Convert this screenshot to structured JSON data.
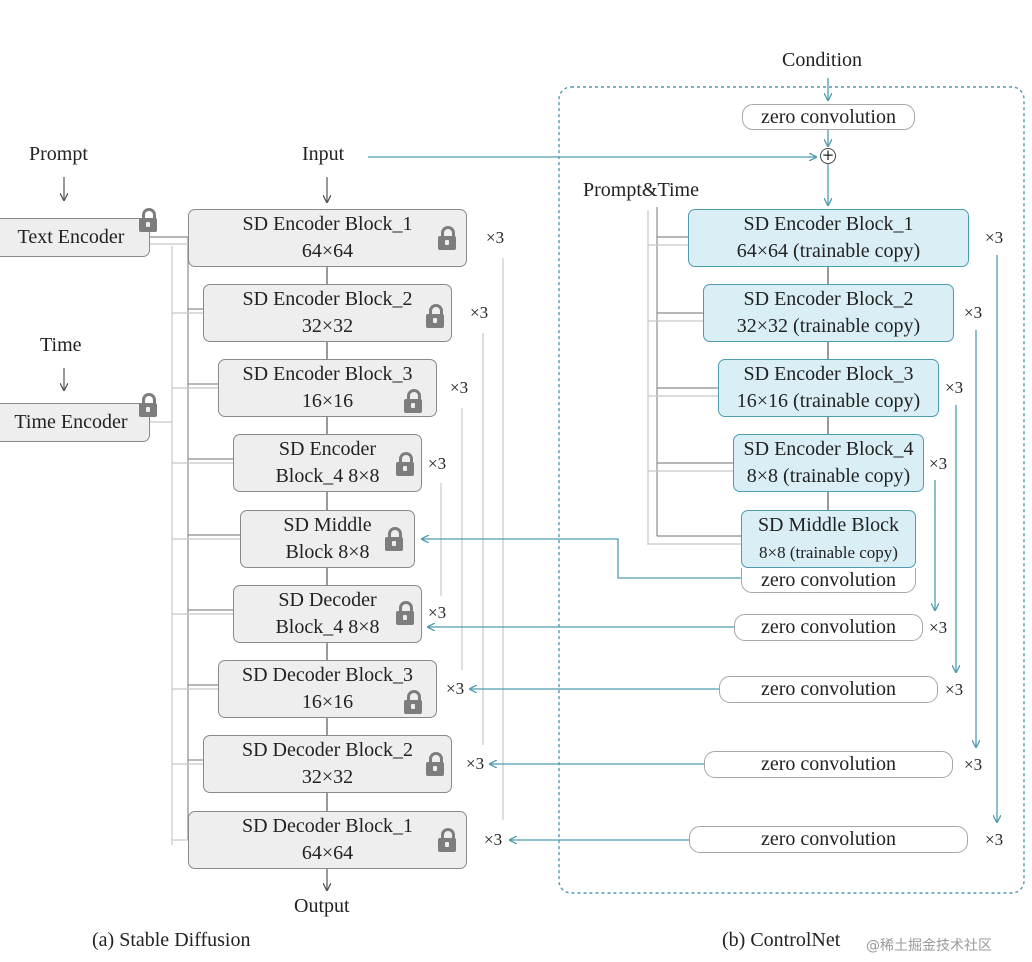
{
  "left": {
    "inputs": {
      "prompt": "Prompt",
      "time": "Time",
      "input": "Input",
      "output": "Output"
    },
    "encoders": {
      "text": "Text Encoder",
      "time": "Time Encoder"
    },
    "blocks": [
      {
        "line1": "SD Encoder Block_1",
        "line2": "64×64",
        "repeat": "×3"
      },
      {
        "line1": "SD Encoder Block_2",
        "line2": "32×32",
        "repeat": "×3"
      },
      {
        "line1": "SD Encoder Block_3",
        "line2": "16×16",
        "repeat": "×3"
      },
      {
        "line1": "SD Encoder",
        "line2": "Block_4 8×8",
        "repeat": "×3"
      },
      {
        "line1": "SD Middle",
        "line2": "Block 8×8",
        "repeat": ""
      },
      {
        "line1": "SD Decoder",
        "line2": "Block_4 8×8",
        "repeat": "×3"
      },
      {
        "line1": "SD Decoder Block_3",
        "line2": "16×16",
        "repeat": "×3"
      },
      {
        "line1": "SD Decoder Block_2",
        "line2": "32×32",
        "repeat": "×3"
      },
      {
        "line1": "SD Decoder Block_1",
        "line2": "64×64",
        "repeat": "×3"
      }
    ],
    "caption": "(a) Stable Diffusion"
  },
  "right": {
    "condition": "Condition",
    "prompt_time": "Prompt&Time",
    "zero_conv": "zero convolution",
    "copies": [
      {
        "line1": "SD Encoder Block_1",
        "line2": "64×64 (trainable copy)",
        "repeat": "×3"
      },
      {
        "line1": "SD Encoder Block_2",
        "line2": "32×32 (trainable copy)",
        "repeat": "×3"
      },
      {
        "line1": "SD Encoder Block_3",
        "line2": "16×16 (trainable copy)",
        "repeat": "×3"
      },
      {
        "line1": "SD Encoder Block_4",
        "line2": "8×8 (trainable copy)",
        "repeat": "×3"
      },
      {
        "line1": "SD Middle Block",
        "line2": "8×8 (trainable copy)",
        "repeat": ""
      }
    ],
    "zero_outputs": [
      {
        "label": "zero convolution",
        "repeat": "×3"
      },
      {
        "label": "zero convolution",
        "repeat": "×3"
      },
      {
        "label": "zero convolution",
        "repeat": "×3"
      },
      {
        "label": "zero convolution",
        "repeat": "×3"
      }
    ],
    "caption": "(b) ControlNet"
  },
  "watermark": "@稀土掘金技术社区",
  "colors": {
    "accent": "#4f9bb0",
    "block_fill": "#eeeeee",
    "copy_fill": "#d9eff5",
    "lock": "#7d7d7d"
  },
  "icons": {
    "frozen": "lock-icon",
    "sum": "plus-circle-icon"
  }
}
